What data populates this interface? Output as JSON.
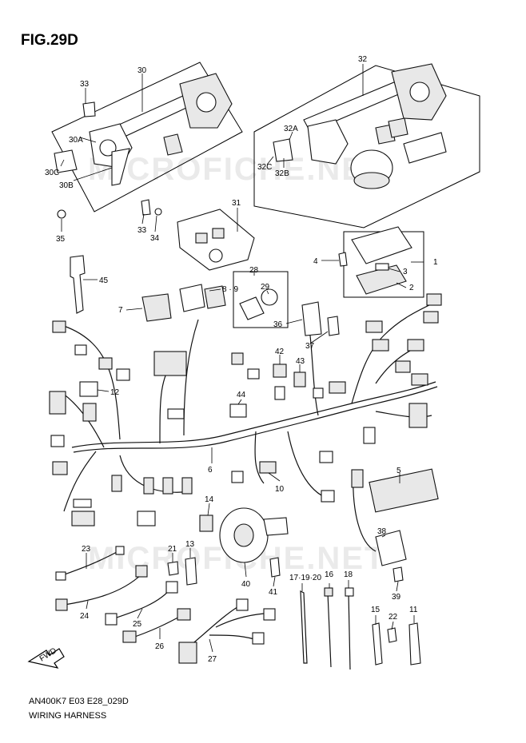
{
  "figure_title": "FIG.29D",
  "footer": {
    "code": "AN400K7 E03 E28_029D",
    "name": "WIRING HARNESS"
  },
  "watermark": "MICROFICHE.NET",
  "front_arrow": "FWD",
  "callouts": {
    "p1": "1",
    "p2": "2",
    "p3": "3",
    "p4": "4",
    "p5": "5",
    "p6": "6",
    "p7": "7",
    "p8_9": "8 · 9",
    "p10": "10",
    "p11": "11",
    "p12": "12",
    "p13": "13",
    "p14": "14",
    "p15": "15",
    "p16": "16",
    "p17_19_20": "17·19·20",
    "p18": "18",
    "p21": "21",
    "p22": "22",
    "p23": "23",
    "p24": "24",
    "p25": "25",
    "p26": "26",
    "p27": "27",
    "p28": "28",
    "p29": "29",
    "p30": "30",
    "p30a": "30A",
    "p30b": "30B",
    "p30c": "30C",
    "p31": "31",
    "p32": "32",
    "p32a": "32A",
    "p32b": "32B",
    "p32c": "32C",
    "p33a": "33",
    "p33b": "33",
    "p34": "34",
    "p35": "35",
    "p36": "36",
    "p37": "37",
    "p38": "38",
    "p39": "39",
    "p40": "40",
    "p41": "41",
    "p42": "42",
    "p43": "43",
    "p44": "44",
    "p45": "45"
  }
}
